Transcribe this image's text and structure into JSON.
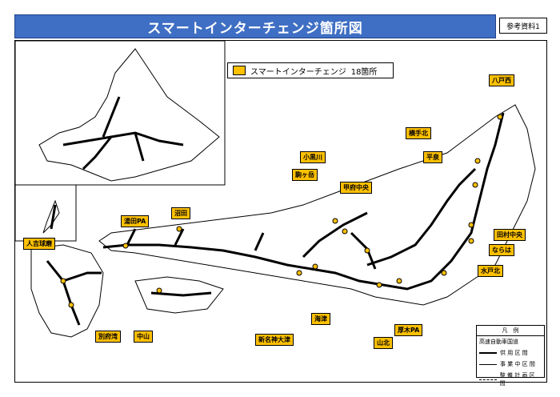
{
  "title": "スマートインターチェンジ箇所図",
  "reference_badge": "参考資料1",
  "legend": {
    "label": "スマートインターチェンジ",
    "count": "18箇所"
  },
  "map_legend": {
    "header": "凡　例",
    "rows": [
      "高速自動車国道",
      "供 用 区 間",
      "事 業 中 区 間",
      "整 備 計 画 区 間"
    ]
  },
  "colors": {
    "title_bar": "#3f6fc4",
    "label_bg": "#ffc000",
    "road": "#000000"
  },
  "smart_ic": [
    {
      "name": "八戸西"
    },
    {
      "name": "横手北"
    },
    {
      "name": "平泉"
    },
    {
      "name": "田村中央"
    },
    {
      "name": "ならは"
    },
    {
      "name": "水戸北"
    },
    {
      "name": "小黒川"
    },
    {
      "name": "駒ヶ岳"
    },
    {
      "name": "甲府中央"
    },
    {
      "name": "湯田PA"
    },
    {
      "name": "沼田"
    },
    {
      "name": "人吉球磨"
    },
    {
      "name": "別府湾"
    },
    {
      "name": "中山"
    },
    {
      "name": "新名神大津"
    },
    {
      "name": "海津"
    },
    {
      "name": "山北"
    },
    {
      "name": "厚木PA"
    }
  ]
}
